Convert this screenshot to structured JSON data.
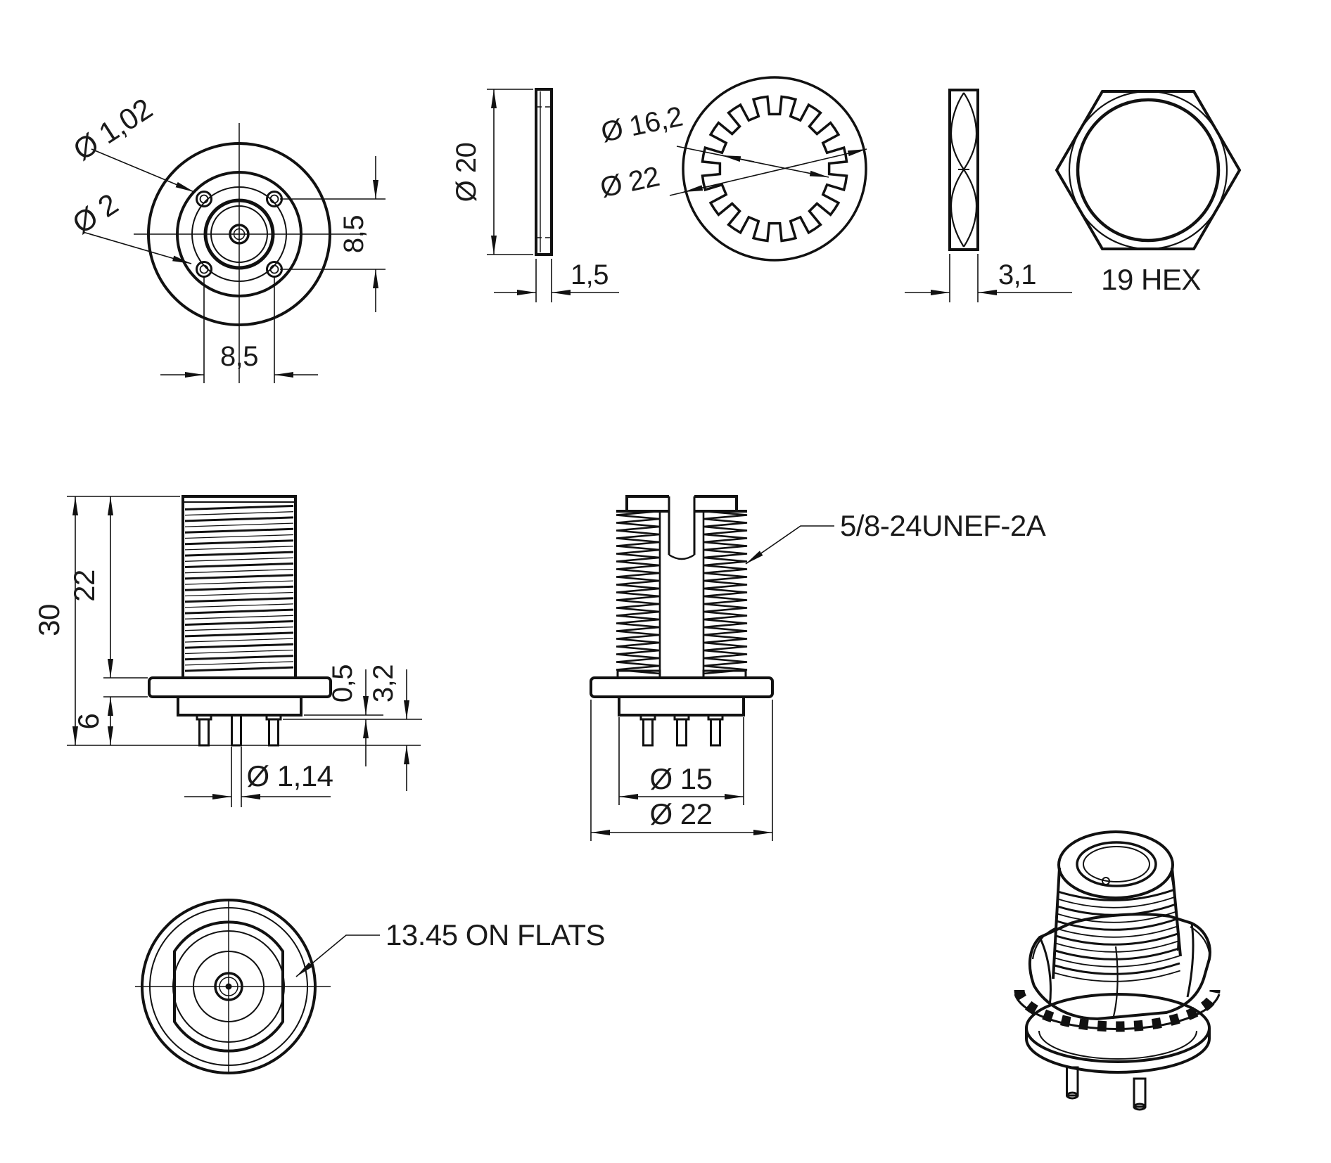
{
  "drawing": {
    "front_view": {
      "hole_small": "Ø 1,02",
      "hole": "Ø 2",
      "spacing_vertical": "8,5",
      "spacing_horizontal": "8,5"
    },
    "flat_washer": {
      "outer_diameter": "Ø 20",
      "thickness": "1,5"
    },
    "lock_washer": {
      "inner_diameter": "Ø 16,2",
      "outer_diameter": "Ø 22"
    },
    "hex_nut": {
      "thickness": "3,1",
      "size_label": "19 HEX"
    },
    "side_view": {
      "overall_height": "30",
      "thread_length": "22",
      "base_height": "6",
      "step": "0,5",
      "pin_length": "3,2",
      "pin_diameter": "Ø 1,14"
    },
    "section_view": {
      "thread_spec": "5/8-24UNEF-2A",
      "body_diameter": "Ø 15",
      "flange_diameter": "Ø 22"
    },
    "rear_view": {
      "flats_label": "13.45 ON FLATS"
    }
  }
}
